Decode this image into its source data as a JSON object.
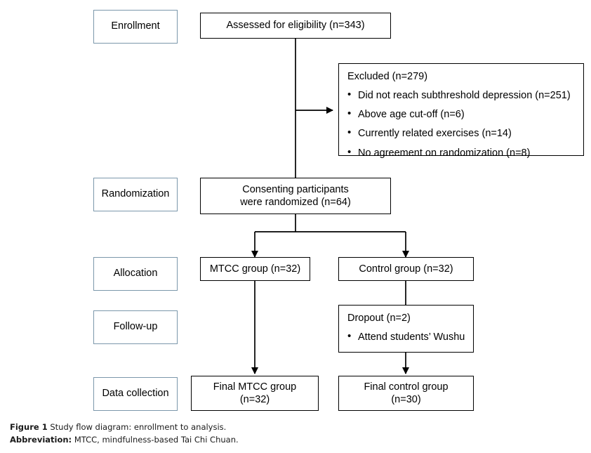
{
  "figure": {
    "caption_label": "Figure 1",
    "caption_text": " Study flow diagram: enrollment to analysis.",
    "abbrev_label": "Abbreviation:",
    "abbrev_text": " MTCC, mindfulness-based Tai Chi Chuan."
  },
  "colors": {
    "box_border": "#000000",
    "label_border": "#7b97ab",
    "background": "#ffffff",
    "text": "#000000"
  },
  "stages": [
    {
      "id": "enrollment",
      "label": "Enrollment"
    },
    {
      "id": "randomization",
      "label": "Randomization"
    },
    {
      "id": "allocation",
      "label": "Allocation"
    },
    {
      "id": "followup",
      "label": "Follow-up"
    },
    {
      "id": "data-collection",
      "label": "Data collection"
    }
  ],
  "nodes": {
    "assessed": {
      "text": "Assessed for eligibility (n=343)"
    },
    "excluded": {
      "heading": "Excluded (n=279)",
      "items": [
        "Did not reach subthreshold depression (n=251)",
        "Above age cut-off (n=6)",
        "Currently related exercises (n=14)",
        "No agreement on randomization (n=8)"
      ]
    },
    "randomized": {
      "line1": "Consenting participants",
      "line2": "were randomized (n=64)"
    },
    "mtcc_group": {
      "text": "MTCC group (n=32)"
    },
    "control_group": {
      "text": "Control group (n=32)"
    },
    "dropout": {
      "heading": "Dropout (n=2)",
      "items": [
        "Attend students’ Wushu"
      ]
    },
    "final_mtcc": {
      "line1": "Final MTCC group",
      "line2": "(n=32)"
    },
    "final_control": {
      "line1": "Final control group",
      "line2": "(n=30)"
    }
  }
}
